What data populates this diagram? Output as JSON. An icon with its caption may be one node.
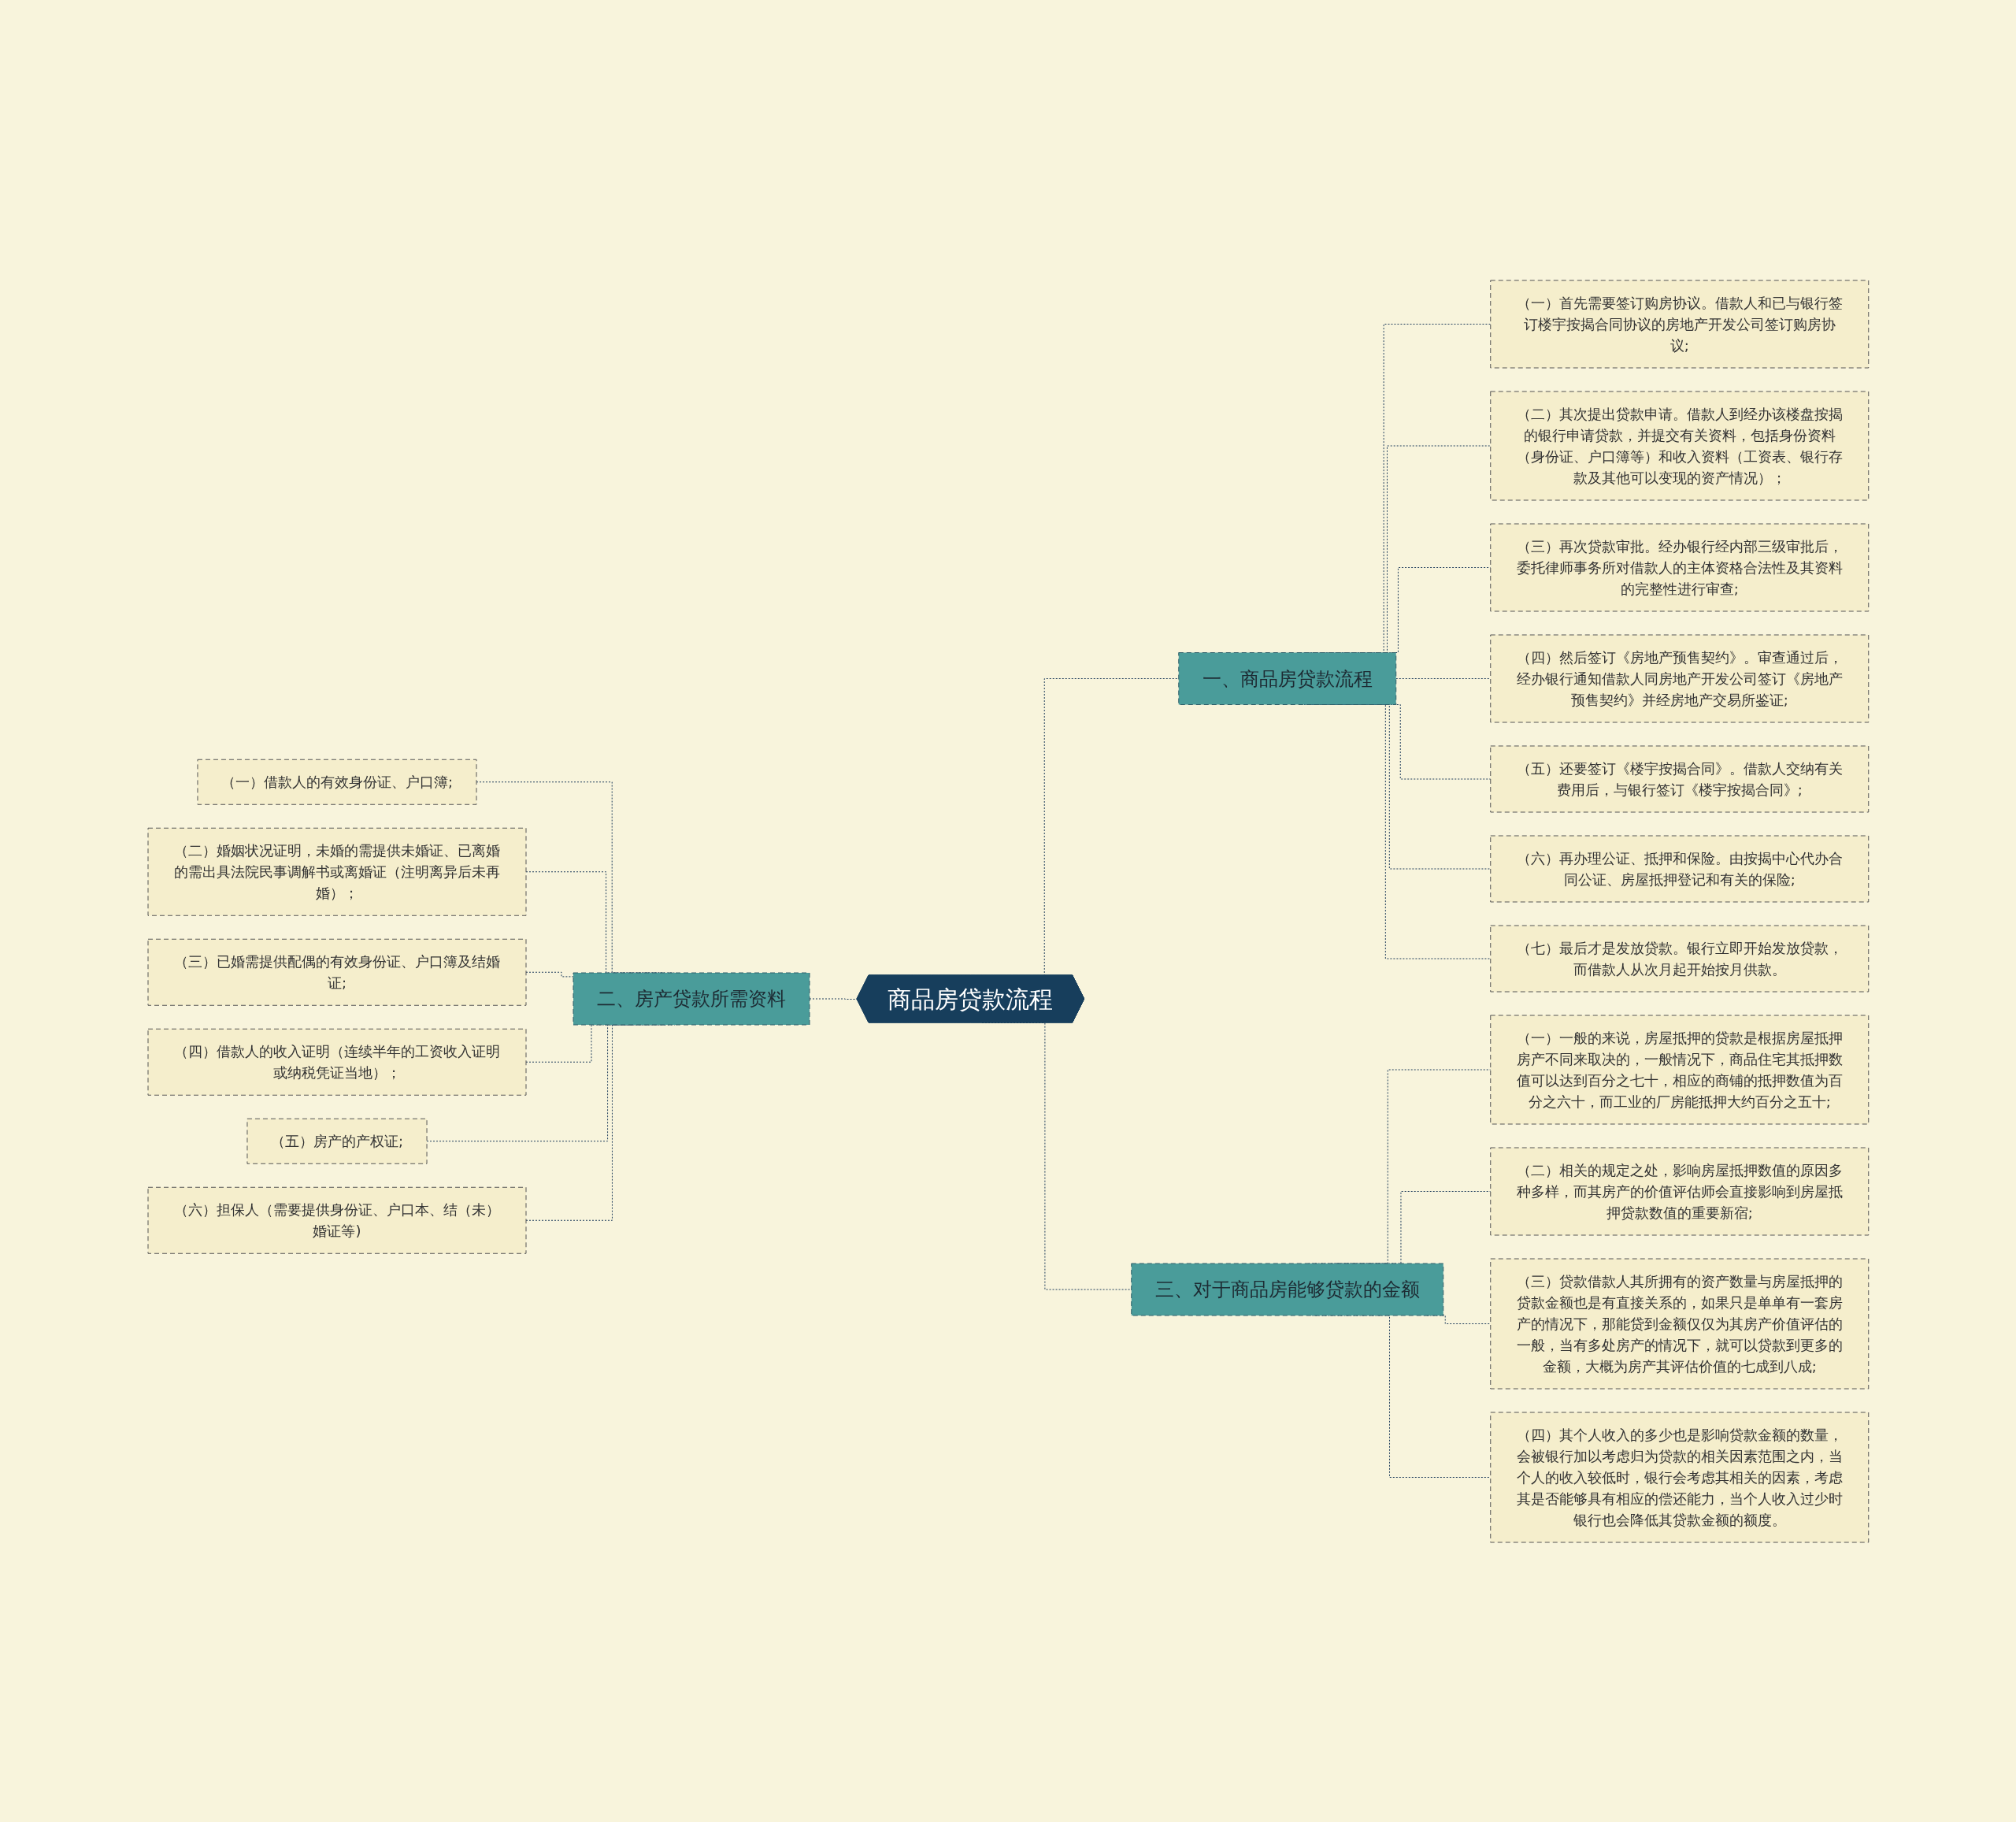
{
  "diagram": {
    "nodes": [
      {
        "text": [
          "商品房贷款流程"
        ]
      },
      {
        "text": [
          "一、商品房贷款流程"
        ]
      },
      {
        "text": [
          "（一）首先需要签订购房协议。借款人和已与银行签订楼宇按揭合同协议的房地产开发公司签订购房协议;"
        ]
      },
      {
        "text": [
          "（二）其次提出贷款申请。借款人到经办该楼盘按揭的银行申请贷款，并提交有关资料，包括身份资料（身份证、户口簿等）和收入资料（工资表、银行存款及其他可以变现的资产情况）；"
        ]
      },
      {
        "text": [
          "（三）再次贷款审批。经办银行经内部三级审批后，委托律师事务所对借款人的主体资格合法性及其资料的完整性进行审查;"
        ]
      },
      {
        "text": [
          "（四）然后签订《房地产预售契约》。审查通过后，经办银行通知借款人同房地产开发公司签订《房地产预售契约》并经房地产交易所鉴证;"
        ]
      },
      {
        "text": [
          "（五）还要签订《楼宇按揭合同》。借款人交纳有关费用后，与银行签订《楼宇按揭合同》;"
        ]
      },
      {
        "text": [
          "（六）再办理公证、抵押和保险。由按揭中心代办合同公证、房屋抵押登记和有关的保险;"
        ]
      },
      {
        "text": [
          "（七）最后才是发放贷款。银行立即开始发放贷款，而借款人从次月起开始按月供款。"
        ]
      },
      {
        "text": [
          "二、房产贷款所需资料"
        ]
      },
      {
        "text": [
          "（一）借款人的有效身份证、户口簿;"
        ]
      },
      {
        "text": [
          "（二）婚姻状况证明，未婚的需提供未婚证、已离婚的需出具法院民事调解书或离婚证（注明离异后未再婚）；"
        ]
      },
      {
        "text": [
          "（三）已婚需提供配偶的有效身份证、户口簿及结婚证;"
        ]
      },
      {
        "text": [
          "（四）借款人的收入证明（连续半年的工资收入证明或纳税凭证当地）；"
        ]
      },
      {
        "text": [
          "（五）房产的产权证;"
        ]
      },
      {
        "text": [
          "（六）担保人（需要提供身份证、户口本、结（未）婚证等)"
        ]
      },
      {
        "text": [
          "三、对于商品房能够贷款的金额"
        ]
      },
      {
        "text": [
          "（一）一般的来说，房屋抵押的贷款是根据房屋抵押房产不同来取决的，一般情况下，商品住宅其抵押数值可以达到百分之七十，相应的商铺的抵押数值为百分之六十，而工业的厂房能抵押大约百分之五十;"
        ]
      },
      {
        "text": [
          "（二）相关的规定之处，影响房屋抵押数值的原因多种多样，而其房产的价值评估师会直接影响到房屋抵押贷款数值的重要新宿;"
        ]
      },
      {
        "text": [
          "（三）贷款借款人其所拥有的资产数量与房屋抵押的贷款金额也是有直接关系的，如果只是单单有一套房产的情况下，那能贷到金额仅仅为其房产价值评估的一般，当有多处房产的情况下，就可以贷款到更多的金额，大概为房产其评估价值的七成到八成;"
        ]
      },
      {
        "text": [
          "（四）其个人收入的多少也是影响贷款金额的数量，会被银行加以考虑归为贷款的相关因素范围之内，当个人的收入较低时，银行会考虑其相关的因素，考虑其是否能够具有相应的偿还能力，当个人收入过少时银行也会降低其贷款金额的额度。"
        ]
      }
    ],
    "edges": [
      {
        "from": 0,
        "to": 1,
        "arrow": "none",
        "style": "dashed"
      },
      {
        "from": 1,
        "to": 2,
        "arrow": "none",
        "style": "dashed"
      },
      {
        "from": 1,
        "to": 3,
        "arrow": "none",
        "style": "dashed"
      },
      {
        "from": 1,
        "to": 4,
        "arrow": "none",
        "style": "dashed"
      },
      {
        "from": 1,
        "to": 5,
        "arrow": "none",
        "style": "dashed"
      },
      {
        "from": 1,
        "to": 6,
        "arrow": "none",
        "style": "dashed"
      },
      {
        "from": 1,
        "to": 7,
        "arrow": "none",
        "style": "dashed"
      },
      {
        "from": 1,
        "to": 8,
        "arrow": "none",
        "style": "dashed"
      },
      {
        "from": 9,
        "to": 0,
        "arrow": "none",
        "style": "dashed"
      },
      {
        "from": 10,
        "to": 9,
        "arrow": "none",
        "style": "dashed"
      },
      {
        "from": 11,
        "to": 9,
        "arrow": "none",
        "style": "dashed"
      },
      {
        "from": 12,
        "to": 9,
        "arrow": "none",
        "style": "dashed"
      },
      {
        "from": 13,
        "to": 9,
        "arrow": "none",
        "style": "dashed"
      },
      {
        "from": 14,
        "to": 9,
        "arrow": "none",
        "style": "dashed"
      },
      {
        "from": 15,
        "to": 9,
        "arrow": "none",
        "style": "dashed"
      },
      {
        "from": 0,
        "to": 16,
        "arrow": "none",
        "style": "dashed"
      },
      {
        "from": 16,
        "to": 17,
        "arrow": "none",
        "style": "dashed"
      },
      {
        "from": 16,
        "to": 18,
        "arrow": "none",
        "style": "dashed"
      },
      {
        "from": 16,
        "to": 19,
        "arrow": "none",
        "style": "dashed"
      },
      {
        "from": 16,
        "to": 20,
        "arrow": "none",
        "style": "dashed"
      }
    ]
  }
}
